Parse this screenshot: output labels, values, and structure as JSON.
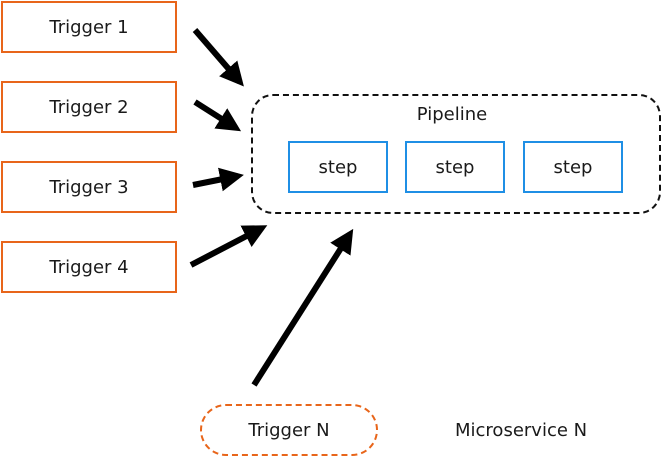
{
  "triggers": [
    {
      "label": "Trigger 1"
    },
    {
      "label": "Trigger 2"
    },
    {
      "label": "Trigger 3"
    },
    {
      "label": "Trigger 4"
    }
  ],
  "trigger_n": {
    "label": "Trigger N"
  },
  "pipeline": {
    "label": "Pipeline",
    "steps": [
      {
        "label": "step"
      },
      {
        "label": "step"
      },
      {
        "label": "step"
      }
    ]
  },
  "caption": "Microservice N",
  "colors": {
    "trigger_border": "#e8651a",
    "step_border": "#1f8fe5",
    "arrow": "#000000"
  }
}
